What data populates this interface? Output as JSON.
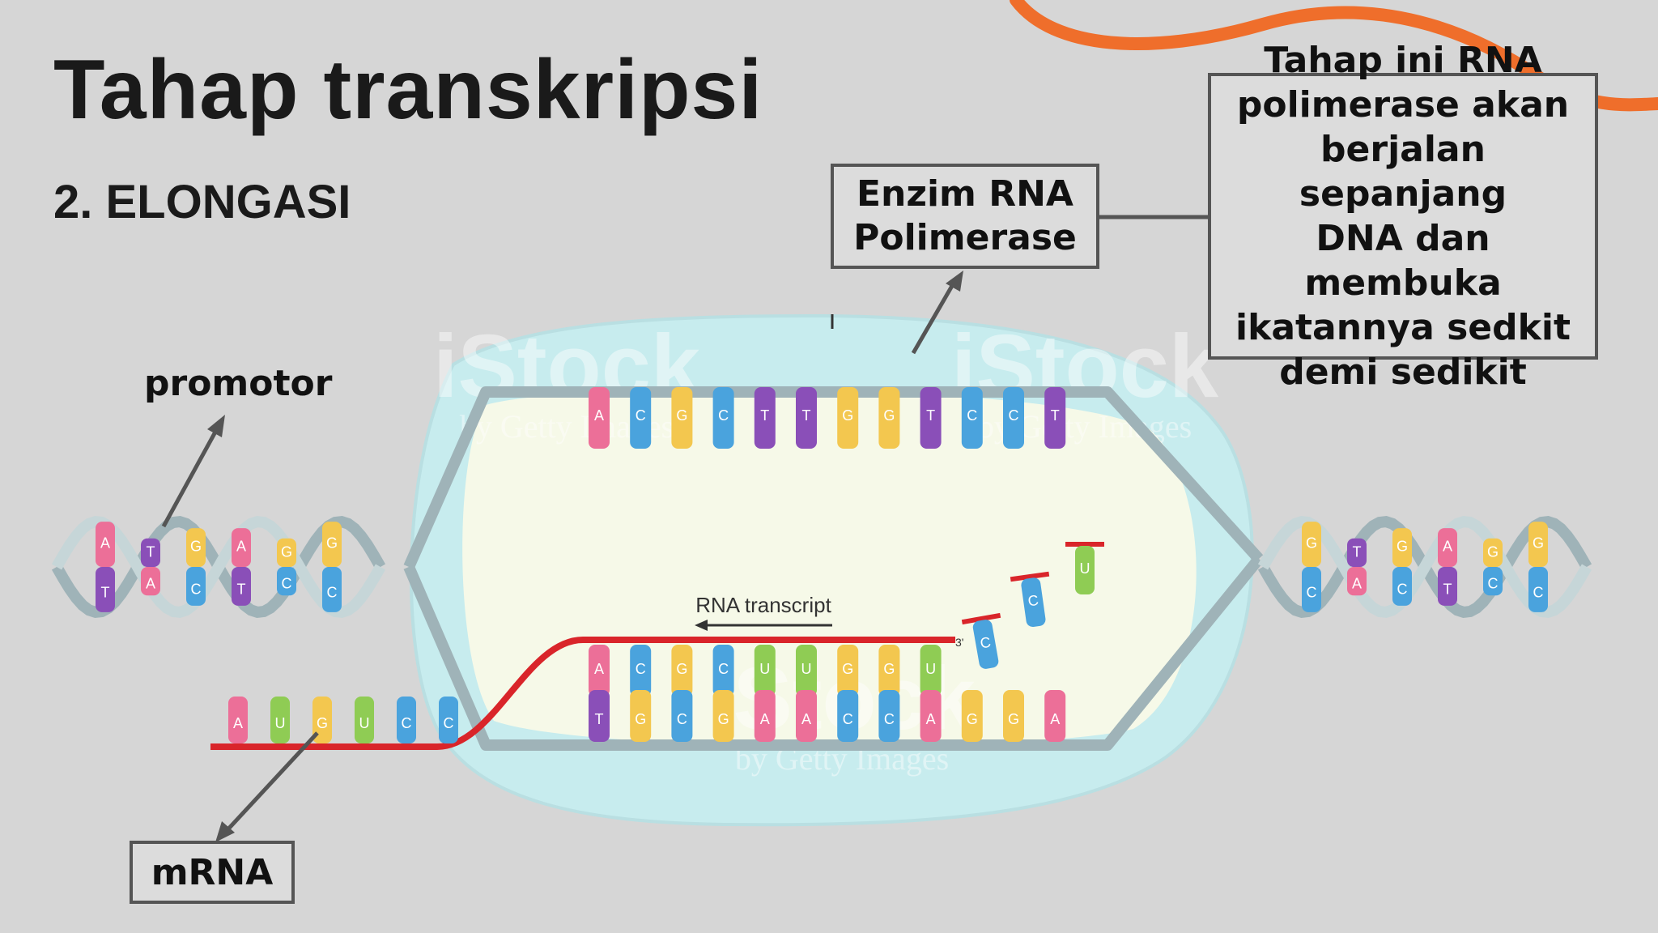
{
  "slide": {
    "title": "Tahap transkripsi",
    "subtitle": "2. ELONGASI"
  },
  "callouts": {
    "enzyme": [
      "Enzim RNA",
      "Polimerase"
    ],
    "description": [
      "Tahap ini RNA",
      "polimerase akan",
      "berjalan sepanjang",
      "DNA dan membuka",
      "ikatannya sedkit",
      "demi sedikit"
    ],
    "promotor": "promotor",
    "mrna": "mRNA"
  },
  "figure": {
    "rna_transcript_label": "RNA transcript",
    "three_prime": "3'",
    "watermark": "iStock",
    "watermark_sub": "by Getty Images",
    "top_strand": [
      "A",
      "C",
      "G",
      "C",
      "T",
      "T",
      "G",
      "G",
      "T",
      "C",
      "C",
      "T"
    ],
    "paired_rna": [
      "A",
      "C",
      "G",
      "C",
      "U",
      "U",
      "G",
      "G",
      "U"
    ],
    "template_bottom": [
      "T",
      "G",
      "C",
      "G",
      "A",
      "A",
      "C",
      "C",
      "A",
      "G",
      "G",
      "A"
    ],
    "mrna_tail": [
      "A",
      "U",
      "G",
      "U",
      "C",
      "C"
    ],
    "free_nucleotides": [
      "C",
      "C",
      "U"
    ],
    "left_helix": [
      [
        "A",
        "T"
      ],
      [
        "T",
        "A"
      ],
      [
        "G",
        "C"
      ],
      [
        "A",
        "T"
      ],
      [
        "G",
        "C"
      ],
      [
        "G",
        "C"
      ]
    ],
    "right_helix": [
      [
        "G",
        "C"
      ],
      [
        "T",
        "A"
      ],
      [
        "G",
        "C"
      ],
      [
        "A",
        "T"
      ],
      [
        "G",
        "C"
      ],
      [
        "G",
        "C"
      ]
    ]
  },
  "colors": {
    "A": "#ec6f98",
    "T": "#8a4fb8",
    "G": "#f3c74f",
    "C": "#4aa3dd",
    "U": "#8fcc54",
    "rna_backbone": "#d9252a",
    "dna_backbone": "#9fb3b8",
    "bubble": "#cdeff0",
    "accent_orange": "#ef6e2b"
  }
}
